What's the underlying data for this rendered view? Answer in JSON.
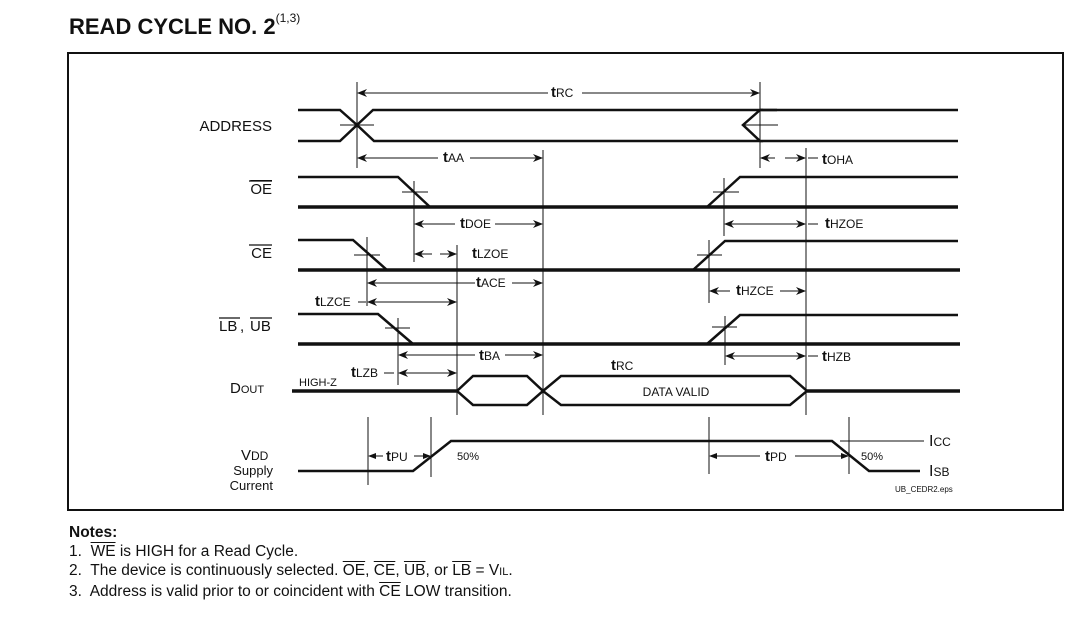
{
  "title": {
    "text": "READ CYCLE NO. 2",
    "notes_ref": "(1,3)"
  },
  "signals": {
    "address": "ADDRESS",
    "oe": "OE",
    "ce": "CE",
    "lb": "LB",
    "ub": "UB",
    "dout_main": "D",
    "dout_sub": "OUT",
    "vdd_main": "V",
    "vdd_sub": "DD",
    "vdd_line2": "Supply",
    "vdd_line3": "Current"
  },
  "timing": {
    "trc_top": "RC",
    "taa": "AA",
    "toha": "OHA",
    "tdoe": "DOE",
    "thzoe": "HZOE",
    "tlzoe": "LZOE",
    "tace": "ACE",
    "tlzce": "LZCE",
    "thzce": "HZCE",
    "tba": "BA",
    "tlzb": "LZB",
    "trc_data": "RC",
    "thzb": "HZB",
    "tpu": "PU",
    "tpd": "PD",
    "t_prefix": "t"
  },
  "annotations": {
    "high_z": "HIGH-Z",
    "data_valid": "DATA VALID",
    "pct_rise": "50%",
    "pct_fall": "50%",
    "icc_main": "I",
    "icc_sub": "CC",
    "isb_main": "I",
    "isb_sub": "SB",
    "filename": "UB_CEDR2.eps"
  },
  "notes": {
    "header": "Notes:",
    "n1_num": "1.",
    "n1_we": "WE",
    "n1_rest": " is HIGH for a Read Cycle.",
    "n2_num": "2.",
    "n2_a": "The device is continuously selected. ",
    "n2_oe": "OE",
    "n2_c1": ", ",
    "n2_ce": "CE",
    "n2_c2": ", ",
    "n2_ub": "UB",
    "n2_c3": ", or ",
    "n2_lb": "LB",
    "n2_eq": " = V",
    "n2_sub": "IL",
    "n2_end": ".",
    "n3_num": "3.",
    "n3_a": "Address is valid prior to or coincident with ",
    "n3_ce": "CE",
    "n3_b": " LOW transition."
  }
}
